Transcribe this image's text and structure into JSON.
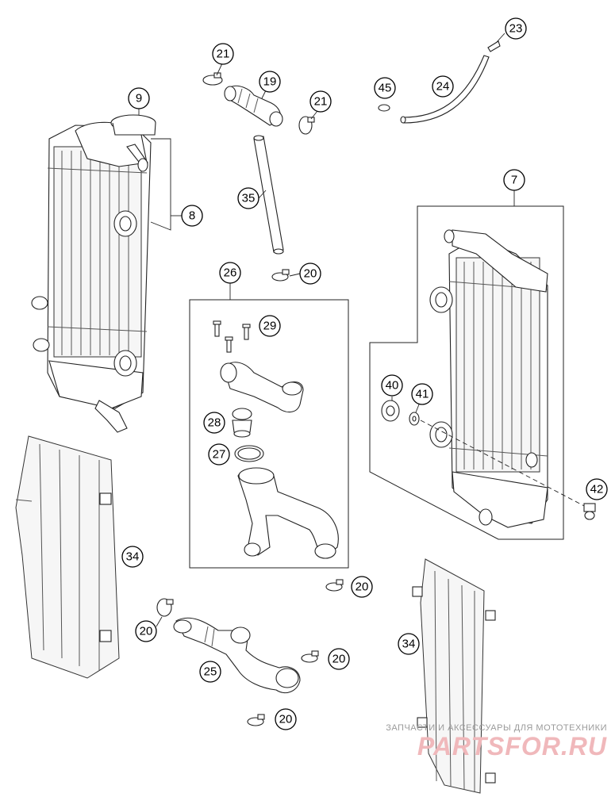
{
  "callouts": {
    "c9": "9",
    "c8": "8",
    "c21a": "21",
    "c19": "19",
    "c21b": "21",
    "c35": "35",
    "c20a": "20",
    "c45": "45",
    "c24": "24",
    "c23": "23",
    "c7": "7",
    "c26": "26",
    "c29": "29",
    "c28": "28",
    "c27": "27",
    "c40": "40",
    "c41": "41",
    "c42": "42",
    "c34a": "34",
    "c20b": "20",
    "c20c": "20",
    "c25": "25",
    "c20d": "20",
    "c20e": "20",
    "c34b": "34"
  },
  "watermark": {
    "tagline": "ЗАПЧАСТИ И АКСЕССУАРЫ ДЛЯ МОТОТЕХНИКИ",
    "brand": "PARTSFOR.RU"
  }
}
